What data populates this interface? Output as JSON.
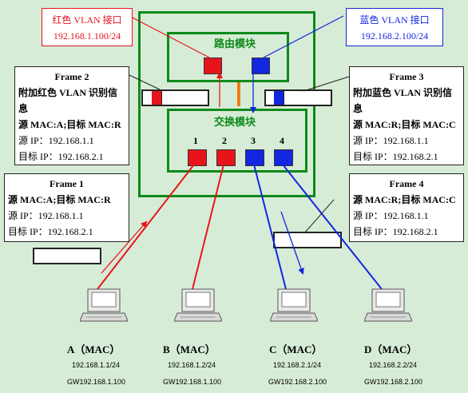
{
  "router": {
    "label": "路由模块"
  },
  "switch": {
    "label": "交换模块"
  },
  "interfaces": {
    "red": {
      "title": "红色 VLAN 接口",
      "ip": "192.168.1.100/24",
      "color": "#e8141b"
    },
    "blue": {
      "title": "蓝色 VLAN 接口",
      "ip": "192.168.2.100/24",
      "color": "#1326e0"
    }
  },
  "ports": [
    {
      "label": "1",
      "color": "#e8141b"
    },
    {
      "label": "2",
      "color": "#e8141b"
    },
    {
      "label": "3",
      "color": "#1326e0"
    },
    {
      "label": "4",
      "color": "#1326e0"
    }
  ],
  "frames": {
    "frame1": {
      "title": "Frame 1",
      "mac": "源 MAC:A;目标 MAC:R",
      "src_ip": "源 IP：192.168.1.1",
      "dst_ip": "目标 IP：192.168.2.1"
    },
    "frame2": {
      "title": "Frame 2",
      "tag": "附加红色 VLAN 识别信息",
      "mac": "源 MAC:A;目标 MAC:R",
      "src_ip": "源 IP：192.168.1.1",
      "dst_ip": "目标 IP：192.168.2.1"
    },
    "frame3": {
      "title": "Frame 3",
      "tag": "附加蓝色 VLAN 识别信息",
      "mac": "源 MAC:R;目标 MAC:C",
      "src_ip": "源 IP：192.168.1.1",
      "dst_ip": "目标 IP：192.168.2.1"
    },
    "frame4": {
      "title": "Frame 4",
      "mac": "源 MAC:R;目标 MAC:C",
      "src_ip": "源 IP：192.168.1.1",
      "dst_ip": "目标 IP：192.168.2.1"
    }
  },
  "pcs": [
    {
      "name": "A（MAC）",
      "ip": "192.168.1.1/24",
      "gw": "GW192.168.1.100"
    },
    {
      "name": "B（MAC）",
      "ip": "192.168.1.2/24",
      "gw": "GW192.168.1.100"
    },
    {
      "name": "C（MAC）",
      "ip": "192.168.2.1/24",
      "gw": "GW192.168.2.100"
    },
    {
      "name": "D（MAC）",
      "ip": "192.168.2.2/24",
      "gw": "GW192.168.2.100"
    }
  ],
  "colors": {
    "background": "#d7ecd6",
    "border_green": "#0e8a1a",
    "red": "#e8141b",
    "blue": "#1326e0",
    "orange": "#f27a12",
    "label_green": "#0e8a1a"
  },
  "icons": {
    "pc": "desktop-computer-icon"
  }
}
